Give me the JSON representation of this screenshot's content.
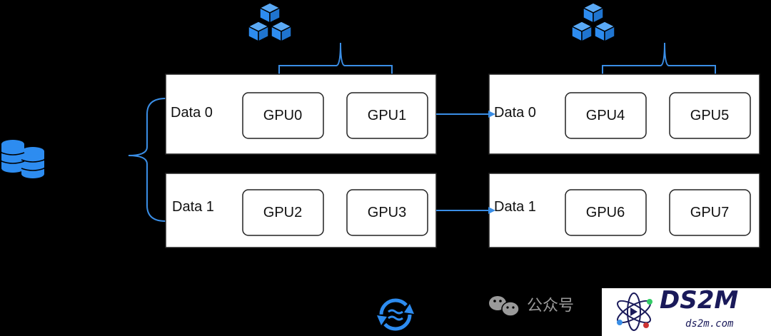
{
  "colors": {
    "background": "#000000",
    "box_fill": "#ffffff",
    "stroke": "#222222",
    "accent_blue": "#3a8ee6",
    "icon_blue": "#2d8cf0"
  },
  "icons": {
    "dataset": "database-stack-icon",
    "model_left": "cubes-icon",
    "model_right": "cubes-icon",
    "sync": "sync-icon"
  },
  "groups": [
    {
      "data_label": "Data 0",
      "gpus": [
        "GPU0",
        "GPU1"
      ]
    },
    {
      "data_label": "Data 1",
      "gpus": [
        "GPU2",
        "GPU3"
      ]
    },
    {
      "data_label": "Data 0",
      "gpus": [
        "GPU4",
        "GPU5"
      ]
    },
    {
      "data_label": "Data 1",
      "gpus": [
        "GPU6",
        "GPU7"
      ]
    }
  ],
  "watermark": {
    "channel_text": "公众号",
    "logo_text": "DS2M",
    "logo_url_text": "ds2m.com"
  }
}
